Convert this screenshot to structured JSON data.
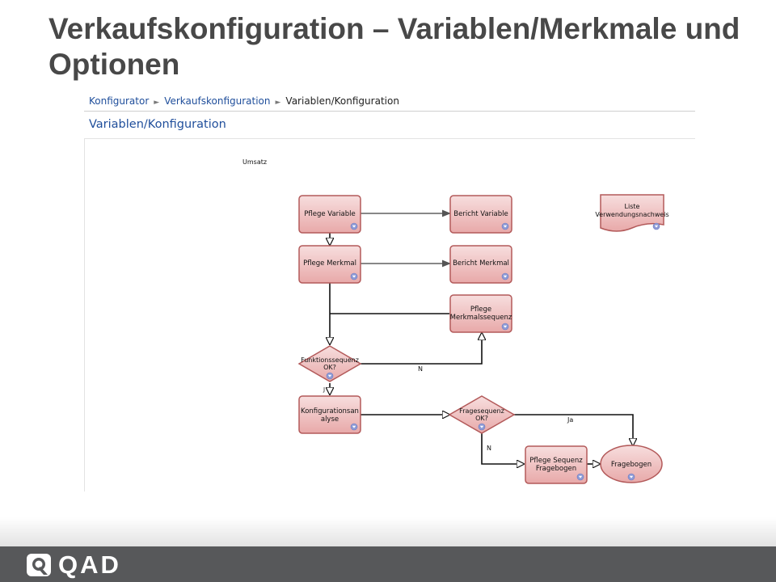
{
  "slide": {
    "title": "Verkaufskonfiguration – Variablen/Merkmale und Optionen"
  },
  "breadcrumb": {
    "items": [
      "Konfigurator",
      "Verkaufskonfiguration",
      "Variablen/Konfiguration"
    ],
    "separator": "►"
  },
  "panel": {
    "title": "Variablen/Konfiguration"
  },
  "diagram": {
    "label_umsatz": "Umsatz",
    "nodes": {
      "pflege_variable": [
        "Pflege Variable"
      ],
      "bericht_variable": [
        "Bericht Variable"
      ],
      "pflege_merkmal": [
        "Pflege Merkmal"
      ],
      "bericht_merkmal": [
        "Bericht Merkmal"
      ],
      "pflege_merkmalssequenz": [
        "Pflege",
        "Merkmalssequenz"
      ],
      "funktionssequenz": [
        "Funktionssequenz",
        "OK?"
      ],
      "konfigurationsanalyse": [
        "Konfigurationsan",
        "alyse"
      ],
      "fragesequenz": [
        "Fragesequenz",
        "OK?"
      ],
      "pflege_sequenz_fragebogen": [
        "Pflege Sequenz",
        "Fragebogen"
      ],
      "fragebogen": [
        "Fragebogen"
      ],
      "liste_verwendungsnachweis": [
        "Liste",
        "Verwendungsnachweis"
      ]
    },
    "edge_labels": {
      "n1": "N",
      "j1": "J",
      "ja": "Ja",
      "n2": "N"
    },
    "colors": {
      "node_fill": "#efc2c2",
      "node_stroke": "#b35a5a",
      "badge": "#8e9bd6",
      "line": "#111111",
      "arrow_gray": "#666666"
    }
  },
  "footer": {
    "logo_text": "QAD",
    "logo_icon": "qad-q-icon",
    "background": "#57585a"
  }
}
